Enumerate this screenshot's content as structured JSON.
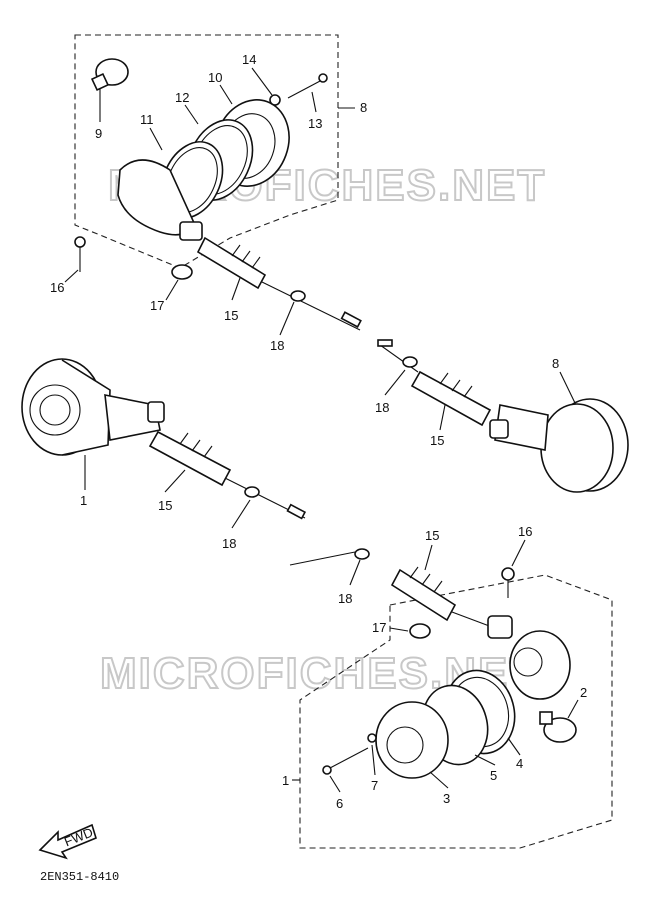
{
  "watermark": {
    "top": "MICROFICHES.NET",
    "bottom": "MICROFICHES.NET"
  },
  "diagram_code": "2EN351-8410",
  "fwd_label": "FWD",
  "callouts": [
    "1",
    "1",
    "2",
    "3",
    "4",
    "5",
    "6",
    "7",
    "8",
    "8",
    "9",
    "10",
    "11",
    "12",
    "13",
    "14",
    "15",
    "15",
    "15",
    "15",
    "16",
    "16",
    "17",
    "17",
    "18",
    "18",
    "18",
    "18"
  ]
}
